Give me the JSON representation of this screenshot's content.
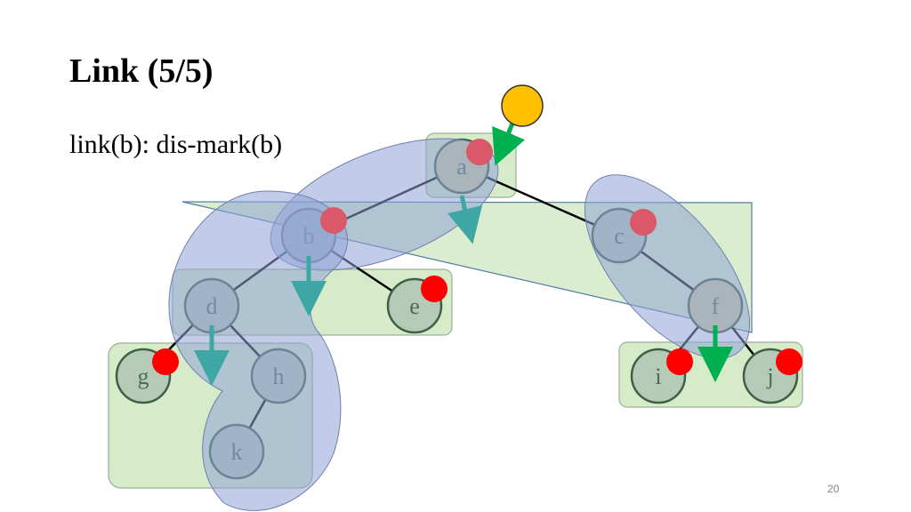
{
  "slide": {
    "title": "Link (5/5)",
    "subtitle": "link(b): dis-mark(b)",
    "page_number": "20"
  },
  "tree": {
    "nodes": [
      {
        "id": "a",
        "label": "a",
        "marked": true
      },
      {
        "id": "b",
        "label": "b",
        "marked": true
      },
      {
        "id": "c",
        "label": "c",
        "marked": true
      },
      {
        "id": "d",
        "label": "d",
        "marked": false
      },
      {
        "id": "e",
        "label": "e",
        "marked": true
      },
      {
        "id": "f",
        "label": "f",
        "marked": false
      },
      {
        "id": "g",
        "label": "g",
        "marked": true
      },
      {
        "id": "h",
        "label": "h",
        "marked": false
      },
      {
        "id": "i",
        "label": "i",
        "marked": true
      },
      {
        "id": "j",
        "label": "j",
        "marked": true
      },
      {
        "id": "k",
        "label": "k",
        "marked": false
      }
    ],
    "edges": [
      [
        "a",
        "b"
      ],
      [
        "a",
        "c"
      ],
      [
        "b",
        "d"
      ],
      [
        "b",
        "e"
      ],
      [
        "c",
        "f"
      ],
      [
        "d",
        "g"
      ],
      [
        "d",
        "h"
      ],
      [
        "h",
        "k"
      ],
      [
        "f",
        "i"
      ],
      [
        "f",
        "j"
      ]
    ]
  },
  "colors": {
    "node_fill": "#b5cbb7",
    "node_fill_highlight": "#c9c99a",
    "node_stroke": "#3f5f47",
    "node_text": "#4a6d57",
    "mark": "#ff0000",
    "mark_faded": "#d9586a",
    "pointer": "#ffc000",
    "arrow_green": "#00b050",
    "arrow_teal": "#3fa6a6",
    "group_fill": "#d6ecc9",
    "group_stroke": "#9aae9a",
    "path_blob": "#8fa2d6",
    "edge": "#000000"
  }
}
